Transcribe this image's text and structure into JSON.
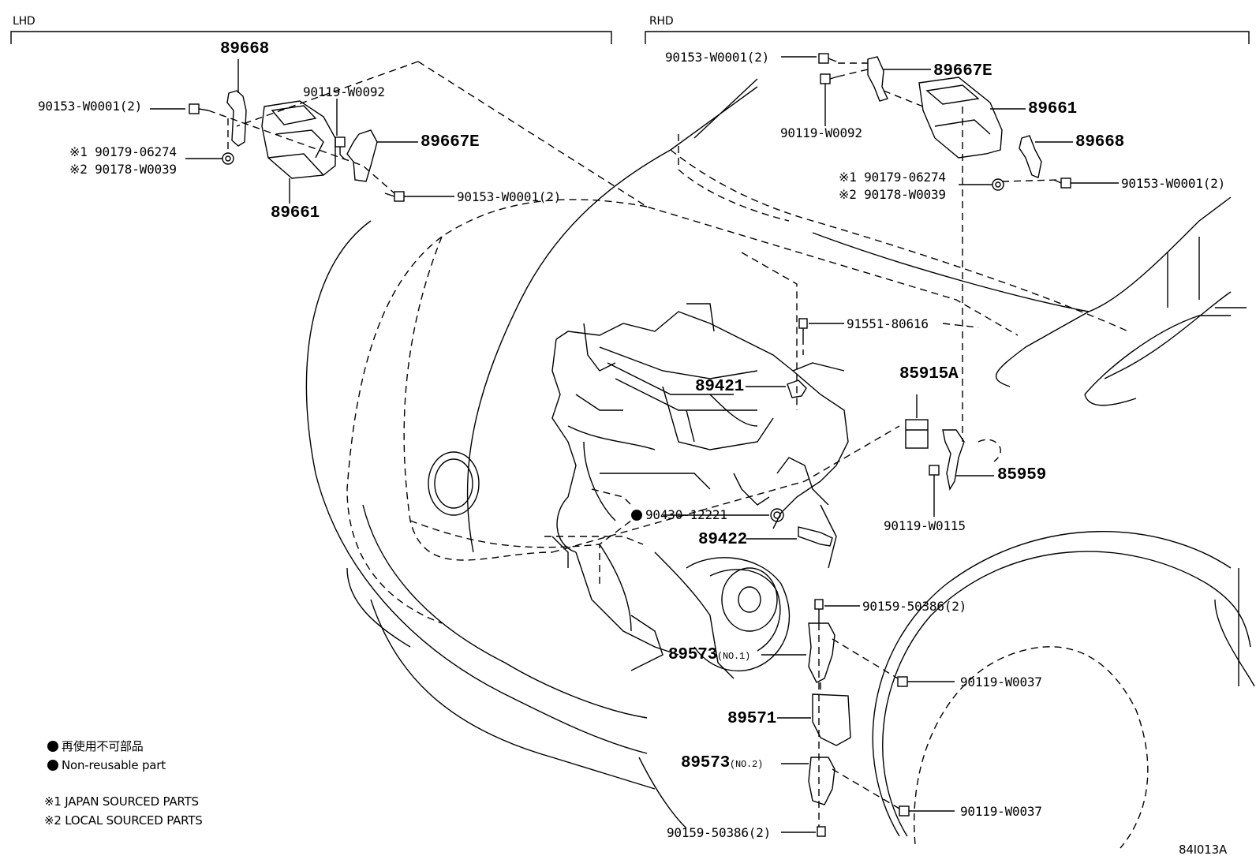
{
  "sections": {
    "lhd": "LHD",
    "rhd": "RHD"
  },
  "lhd": {
    "p89668": "89668",
    "bolt_top": "90153-W0001(2)",
    "nut_note1": "※1 90179-06274",
    "nut_note2": "※2 90178-W0039",
    "bolt_0092": "90119-W0092",
    "p89667e": "89667E",
    "p89661": "89661",
    "bolt_bottom": "90153-W0001(2)"
  },
  "rhd": {
    "bolt_top": "90153-W0001(2)",
    "p89667e": "89667E",
    "p89661": "89661",
    "bolt_0092": "90119-W0092",
    "p89668": "89668",
    "nut_note1": "※1 90179-06274",
    "nut_note2": "※2 90178-W0039",
    "bolt_right": "90153-W0001(2)"
  },
  "engine": {
    "p91551": "91551-80616",
    "p85915a": "85915A",
    "p89421": "89421",
    "p85959": "85959",
    "p90430": "90430-12221",
    "p89422": "89422",
    "p90119_0115": "90119-W0115",
    "p90159_a": "90159-50386(2)",
    "p89573_no1": "89573",
    "no1": "(NO.1)",
    "p90119_0037_a": "90119-W0037",
    "p89571": "89571",
    "p89573_no2": "89573",
    "no2": "(NO.2)",
    "p90119_0037_b": "90119-W0037",
    "p90159_b": "90159-50386(2)"
  },
  "legend": {
    "jp": "再使用不可部品",
    "en": "Non-reusable part",
    "note1": "※1 JAPAN SOURCED PARTS",
    "note2": "※2 LOCAL SOURCED PARTS"
  },
  "figure_id": "84I013A"
}
